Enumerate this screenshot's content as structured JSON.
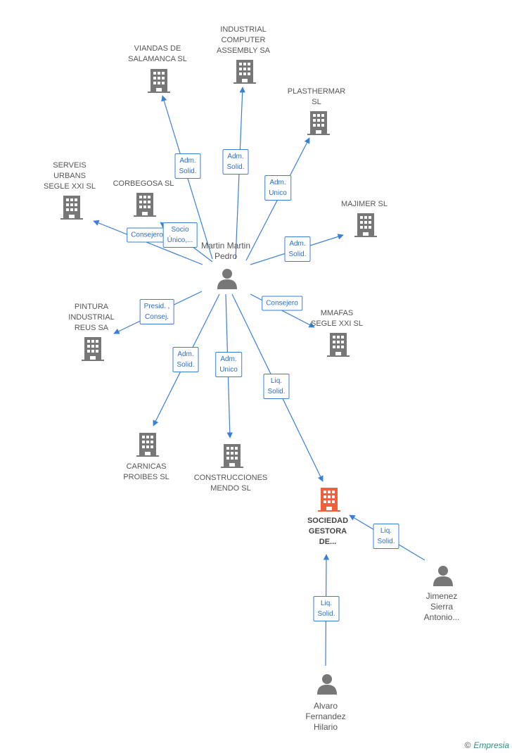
{
  "colors": {
    "edge": "#3a7fd6",
    "node": "#777777",
    "focus": "#f0603a"
  },
  "nodes": [
    {
      "id": "viandas",
      "type": "company",
      "lines": [
        "VIANDAS DE",
        "SALAMANCA SL"
      ]
    },
    {
      "id": "ica",
      "type": "company",
      "lines": [
        "INDUSTRIAL",
        "COMPUTER",
        "ASSEMBLY SA"
      ]
    },
    {
      "id": "plasthermar",
      "type": "company",
      "lines": [
        "PLASTHERMAR",
        "SL"
      ]
    },
    {
      "id": "serveis",
      "type": "company",
      "lines": [
        "SERVEIS",
        "URBANS",
        "SEGLE XXI SL"
      ]
    },
    {
      "id": "corbegosa",
      "type": "company",
      "lines": [
        "CORBEGOSA SL"
      ]
    },
    {
      "id": "majimer",
      "type": "company",
      "lines": [
        "MAJIMER SL"
      ]
    },
    {
      "id": "martin",
      "type": "person",
      "lines": [
        "Martin Martin",
        "Pedro"
      ]
    },
    {
      "id": "pintura",
      "type": "company",
      "lines": [
        "PINTURA",
        "INDUSTRIAL",
        "REUS SA"
      ]
    },
    {
      "id": "mmafas",
      "type": "company",
      "lines": [
        "MMAFAS",
        "SEGLE XXI SL"
      ]
    },
    {
      "id": "carnicas",
      "type": "company",
      "lines": [
        "CARNICAS",
        "PROIBES  SL"
      ]
    },
    {
      "id": "construcciones",
      "type": "company",
      "lines": [
        "CONSTRUCCIONES",
        "MENDO SL"
      ]
    },
    {
      "id": "sociedad",
      "type": "focus",
      "lines": [
        "SOCIEDAD",
        "GESTORA",
        "DE..."
      ]
    },
    {
      "id": "jimenez",
      "type": "person",
      "lines": [
        "Jimenez",
        "Sierra",
        "Antonio..."
      ]
    },
    {
      "id": "alvaro",
      "type": "person",
      "lines": [
        "Alvaro",
        "Fernandez",
        "Hilario"
      ]
    }
  ],
  "edges": [
    {
      "from": "martin",
      "to": "viandas",
      "lines": [
        "Adm.",
        "Solid."
      ]
    },
    {
      "from": "martin",
      "to": "ica",
      "lines": [
        "Adm.",
        "Solid."
      ]
    },
    {
      "from": "martin",
      "to": "plasthermar",
      "lines": [
        "Adm.",
        "Unico"
      ]
    },
    {
      "from": "martin",
      "to": "serveis",
      "lines": [
        "Consejero"
      ]
    },
    {
      "from": "martin",
      "to": "corbegosa",
      "lines": [
        "Socio",
        "Único,..."
      ]
    },
    {
      "from": "martin",
      "to": "majimer",
      "lines": [
        "Adm.",
        "Solid."
      ]
    },
    {
      "from": "martin",
      "to": "pintura",
      "lines": [
        "Presid. ,",
        "Consej."
      ]
    },
    {
      "from": "martin",
      "to": "mmafas",
      "lines": [
        "Consejero"
      ]
    },
    {
      "from": "martin",
      "to": "carnicas",
      "lines": [
        "Adm.",
        "Solid."
      ]
    },
    {
      "from": "martin",
      "to": "construcciones",
      "lines": [
        "Adm.",
        "Unico"
      ]
    },
    {
      "from": "martin",
      "to": "sociedad",
      "lines": [
        "Liq.",
        "Solid."
      ]
    },
    {
      "from": "jimenez",
      "to": "sociedad",
      "lines": [
        "Liq.",
        "Solid."
      ]
    },
    {
      "from": "alvaro",
      "to": "sociedad",
      "lines": [
        "Liq.",
        "Solid."
      ]
    }
  ],
  "credit": {
    "symbol": "©",
    "brand": "Empresia"
  }
}
